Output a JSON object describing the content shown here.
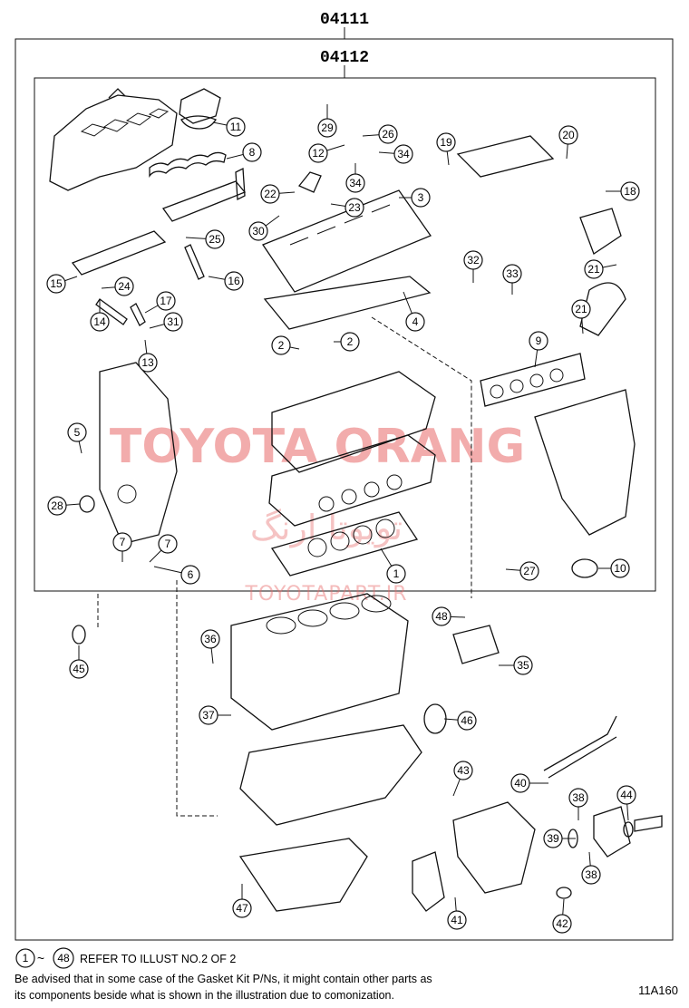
{
  "header": {
    "outer_code": "04111",
    "inner_code": "04112"
  },
  "watermark": {
    "brand_en": "TOYOTA ORANG",
    "brand_fa": "تویوتا ارنگ",
    "url": "TOYOTAPART.IR"
  },
  "callouts": [
    "1",
    "2",
    "2",
    "3",
    "4",
    "5",
    "6",
    "7",
    "7",
    "8",
    "9",
    "10",
    "11",
    "12",
    "13",
    "14",
    "15",
    "16",
    "17",
    "18",
    "19",
    "20",
    "21",
    "21",
    "22",
    "23",
    "24",
    "25",
    "26",
    "27",
    "28",
    "29",
    "30",
    "31",
    "32",
    "33",
    "34",
    "34",
    "35",
    "36",
    "37",
    "38",
    "38",
    "39",
    "40",
    "41",
    "42",
    "43",
    "44",
    "45",
    "46",
    "47",
    "48"
  ],
  "footer": {
    "range_start": "1",
    "range_tilde": "~",
    "range_end": "48",
    "refer_text": "REFER TO ILLUST NO.2 OF 2",
    "note_line1": "Be advised that in some case of the Gasket Kit P/Ns, it might contain other parts as",
    "note_line2": "its components beside what is shown in the illustration due to comonization.",
    "figure_id": "11A160"
  },
  "colors": {
    "line": "#111111",
    "watermark": "#e86a6a",
    "background": "#ffffff"
  }
}
